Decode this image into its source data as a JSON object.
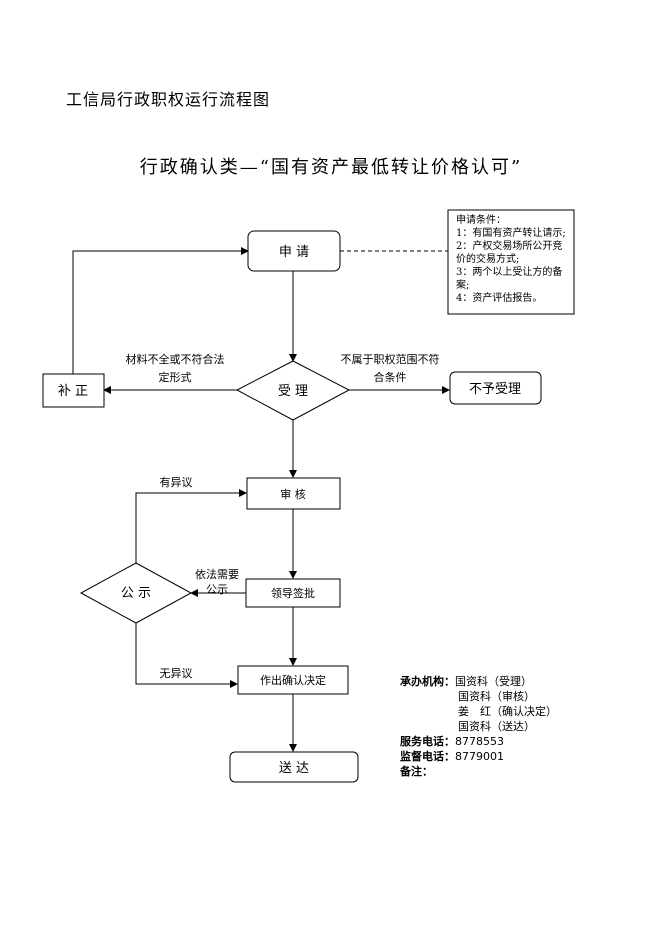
{
  "header": "工信局行政职权运行流程图",
  "title": "行政确认类—“国有资产最低转让价格认可”",
  "nodes": {
    "apply": "申 请",
    "accept": "受 理",
    "correct": "补 正",
    "reject": "不予受理",
    "review": "审 核",
    "publicity": "公 示",
    "leader": "领导签批",
    "decision": "作出确认决定",
    "deliver": "送 达"
  },
  "conditions": {
    "title": "申请条件：",
    "items": [
      "1：有国有资产转让请示;",
      "2：产权交易场所公开竞",
      "价的交易方式;",
      "3：两个以上受让方的备",
      "案;",
      "4：资产评估报告。"
    ]
  },
  "edge_labels": {
    "incomplete_line1": "材料不全或不符合法",
    "incomplete_line2": "定形式",
    "out_of_scope_line1": "不属于职权范围不符",
    "out_of_scope_line2": "合条件",
    "objection": "有异议",
    "legal_publicity_line1": "依法需要",
    "legal_publicity_line2": "公示",
    "no_objection": "无异议"
  },
  "info": {
    "agency_label": "承办机构：",
    "agency_lines": [
      "国资科（受理）",
      "国资科（审核）",
      "姜　红（确认决定）",
      "国资科（送达）"
    ],
    "service_phone_label": "服务电话：",
    "service_phone": "8778553",
    "supervise_phone_label": "监督电话：",
    "supervise_phone": "8779001",
    "remarks_label": "备注："
  }
}
